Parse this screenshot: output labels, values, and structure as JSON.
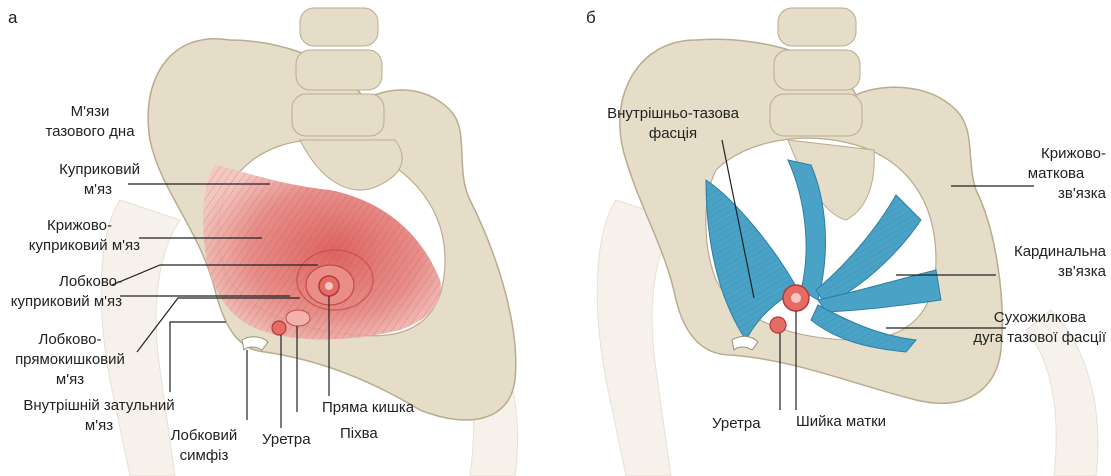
{
  "panel_a": {
    "letter": "а",
    "labels": {
      "pelvic_floor_muscles_1": "М'язи",
      "pelvic_floor_muscles_2": "тазового дна",
      "coccygeus_1": "Куприковий",
      "coccygeus_2": "м'яз",
      "iliococcygeus_1": "Крижово-",
      "iliococcygeus_2": "куприковий м'яз",
      "pubococcygeus_1": "Лобково-",
      "pubococcygeus_2": "куприковий м'яз",
      "puborectalis_1": "Лобково-",
      "puborectalis_2": "прямокишковий",
      "puborectalis_3": "м'яз",
      "obturator_1": "Внутрішній затульний",
      "obturator_2": "м'яз",
      "symphysis_1": "Лобковий",
      "symphysis_2": "симфіз",
      "urethra": "Уретра",
      "vagina": "Піхва",
      "rectum": "Пряма кишка"
    }
  },
  "panel_b": {
    "letter": "б",
    "labels": {
      "endopelvic_fascia_1": "Внутрішньо-тазова",
      "endopelvic_fascia_2": "фасція",
      "uterosacral_1": "Крижово-",
      "uterosacral_2": "маткова",
      "uterosacral_3": "зв'язка",
      "cardinal_1": "Кардинальна",
      "cardinal_2": "зв'язка",
      "arcus_1": "Сухожилкова",
      "arcus_2": "дуга тазової фасції",
      "urethra": "Уретра",
      "cervix": "Шийка матки"
    }
  },
  "colors": {
    "bone": "#e6ddc9",
    "bone_stroke": "#b9ab8e",
    "bone_light": "#efe9dc",
    "muscle": "#e0706a",
    "muscle_light": "#f0a7a1",
    "fascia": "#4aa3c7",
    "fascia_dark": "#2b7fa3",
    "organ": "#e56b65",
    "leader": "#222222"
  }
}
